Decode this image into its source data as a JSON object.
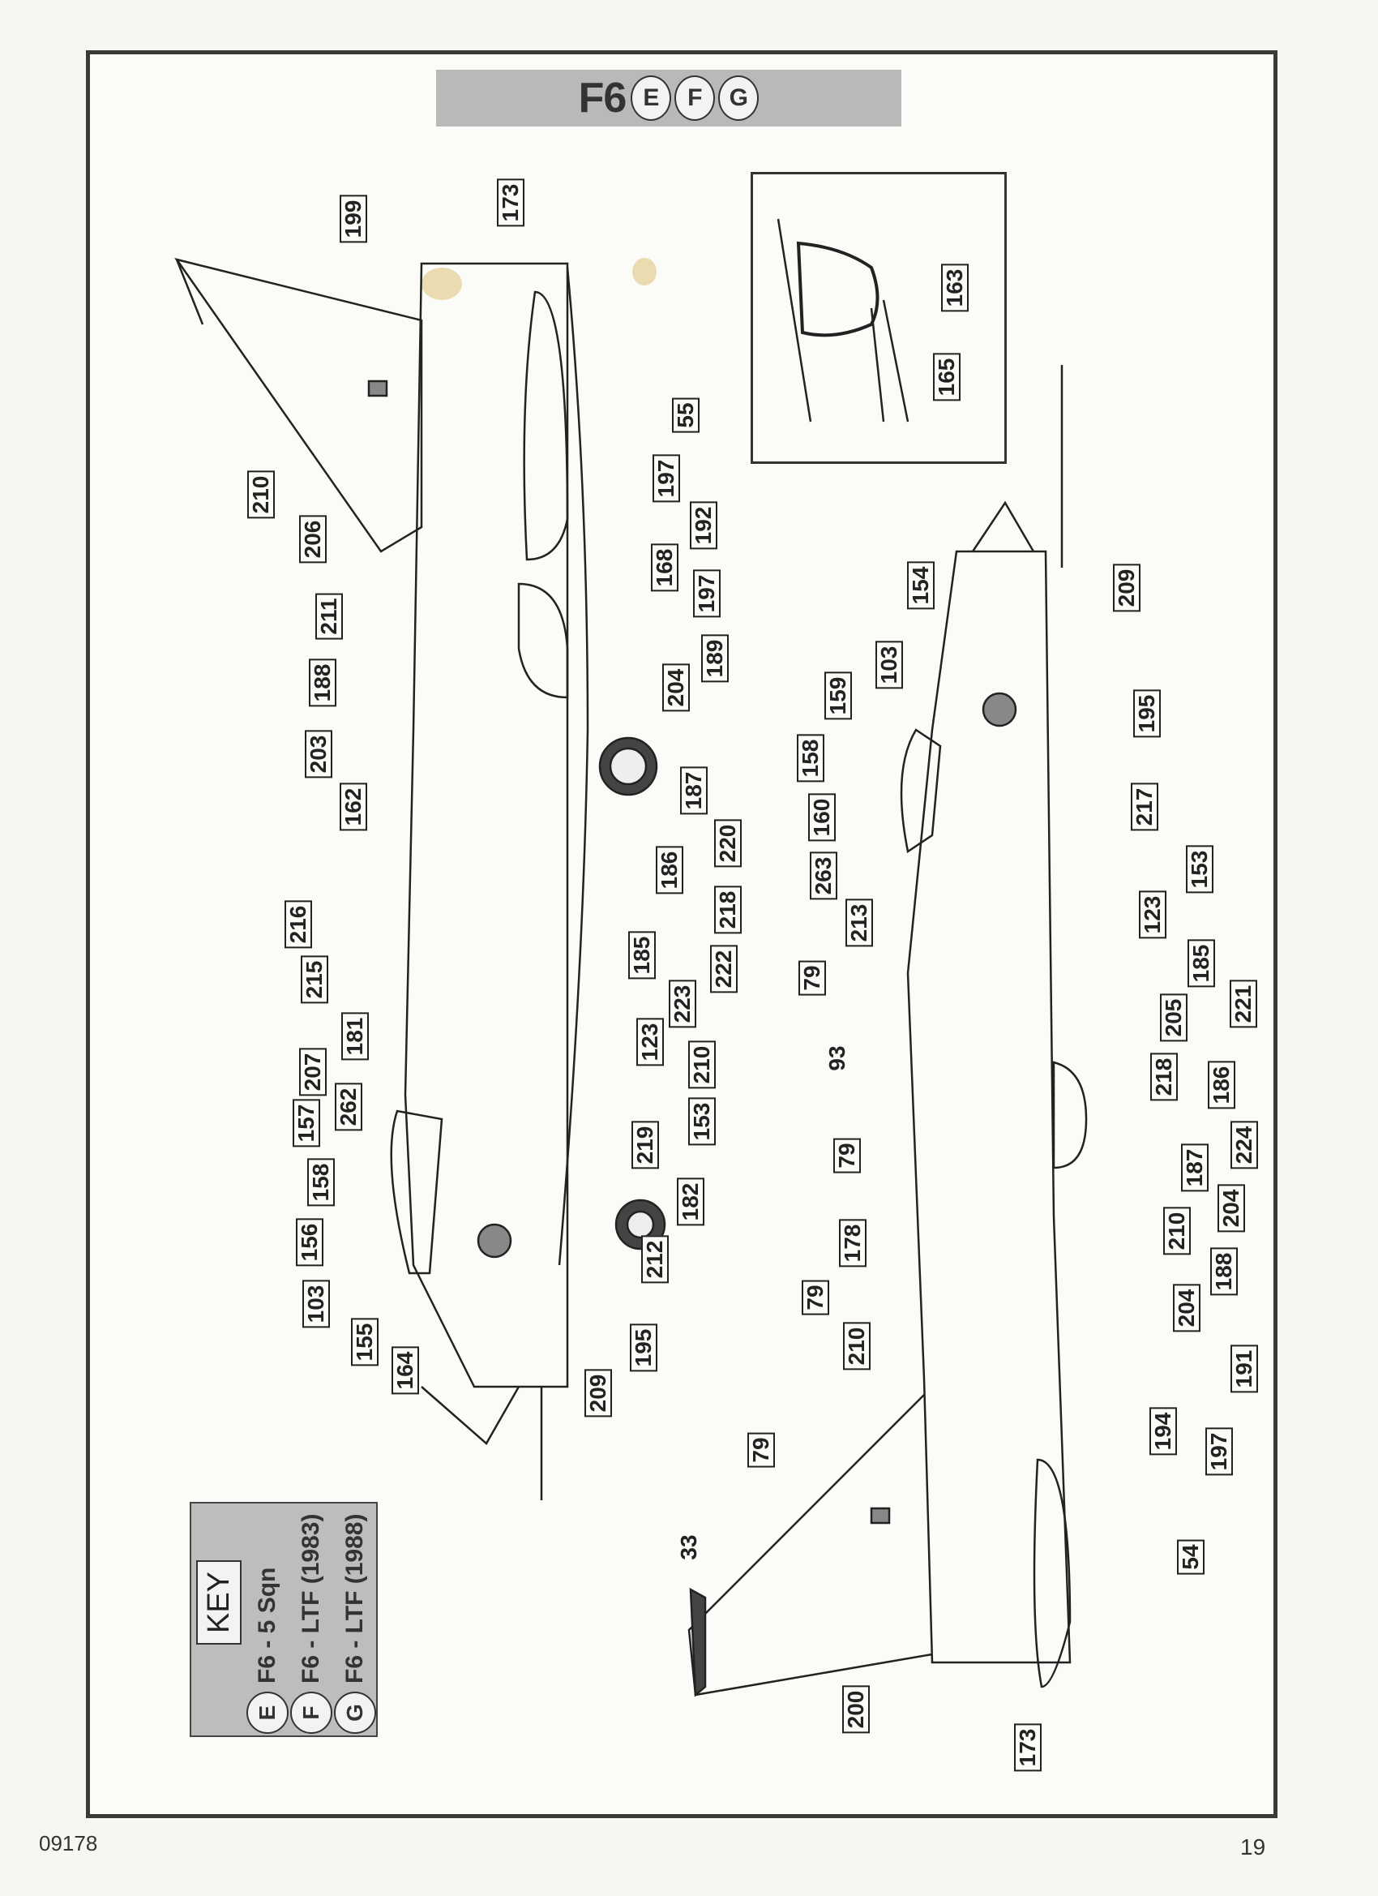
{
  "header": {
    "model": "F6",
    "variants": [
      "E",
      "F",
      "G"
    ]
  },
  "key": {
    "title": "KEY",
    "entries": [
      {
        "letter": "E",
        "text": "F6 - 5 Sqn"
      },
      {
        "letter": "F",
        "text": "F6 - LTF (1983)"
      },
      {
        "letter": "G",
        "text": "F6 - LTF (1988)"
      }
    ]
  },
  "inset": {
    "callouts": [
      "163",
      "165"
    ]
  },
  "left_aircraft": {
    "callouts": [
      "199",
      "173",
      "55",
      "210",
      "197",
      "206",
      "192",
      "211",
      "168",
      "197",
      "188",
      "189",
      "204",
      "203",
      "204",
      "162",
      "187",
      "220",
      "186",
      "216",
      "218",
      "222",
      "185",
      "215",
      "223",
      "123",
      "181",
      "210",
      "207",
      "262",
      "153",
      "157",
      "219",
      "158",
      "182",
      "156",
      "212",
      "103",
      "195",
      "155",
      "164",
      "209"
    ]
  },
  "right_aircraft": {
    "callouts": [
      "154",
      "209",
      "103",
      "195",
      "159",
      "158",
      "217",
      "160",
      "263",
      "153",
      "213",
      "123",
      "79",
      "185",
      "221",
      "205",
      "93",
      "218",
      "186",
      "224",
      "79",
      "187",
      "204",
      "210",
      "178",
      "188",
      "79",
      "204",
      "210",
      "191",
      "194",
      "197",
      "79",
      "54",
      "33",
      "200",
      "173"
    ]
  },
  "footer": {
    "catalog_number": "09178",
    "page_number": "19"
  }
}
